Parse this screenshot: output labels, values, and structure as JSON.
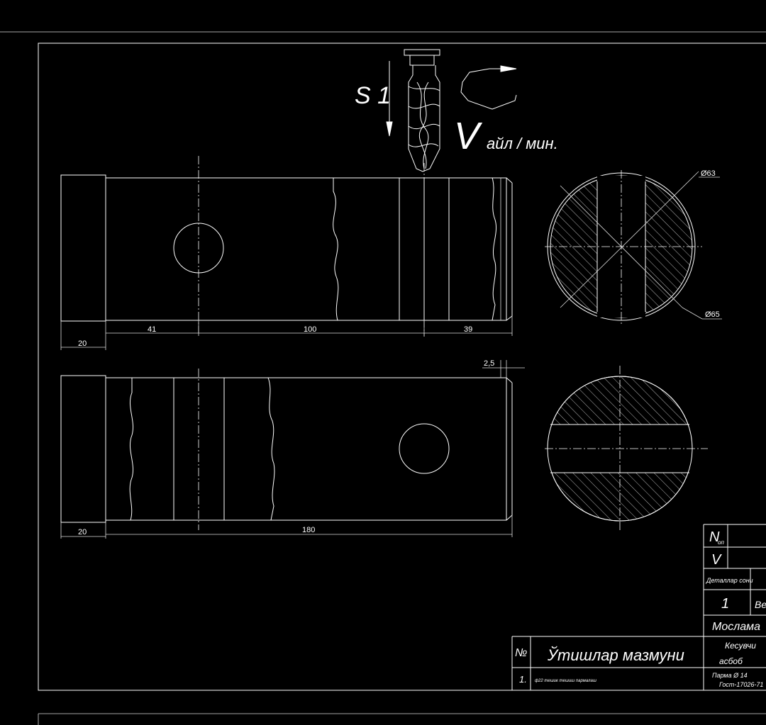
{
  "colors": {
    "background": "#000000",
    "lines": "#ffffff"
  },
  "feed_label": "S 1",
  "speed_label": "V",
  "speed_unit": "айл / мин.",
  "dimensions": {
    "top_20": "20",
    "top_41": "41",
    "top_100": "100",
    "top_39": "39",
    "dia_63": "Ø63",
    "dia_65": "Ø65",
    "chamfer": "2,5",
    "bot_20": "20",
    "bot_180": "180"
  },
  "title_block": {
    "n_label": "N",
    "n_sub": "оп",
    "v_label": "V",
    "details_label": "Деталлар сони",
    "count_value": "1",
    "ver_label": "Вер",
    "fixture_label": "Мослама",
    "no_header": "№",
    "content_header": "Ўтишлар мазмуни",
    "tool_header_1": "Кесувчи",
    "tool_header_2": "асбоб",
    "row_no": "1.",
    "row_text": "ф22 тешик тешиш пармалаш",
    "row_tool_1": "Парма  Ø 14",
    "row_tool_2": "Гост-17026-71"
  }
}
